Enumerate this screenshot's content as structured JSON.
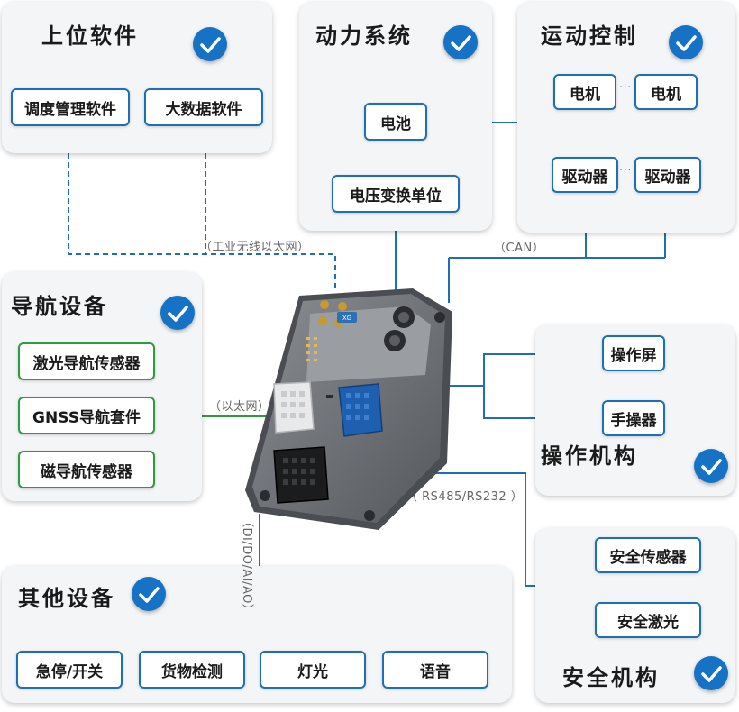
{
  "panels": {
    "upper_software": {
      "title": "上位软件",
      "nodes": [
        "调度管理软件",
        "大数据软件"
      ]
    },
    "power_system": {
      "title": "动力系统",
      "nodes": [
        "电池",
        "电压变换单位"
      ]
    },
    "motion_control": {
      "title": "运动控制",
      "motors": [
        "电机",
        "电机"
      ],
      "drivers": [
        "驱动器",
        "驱动器"
      ],
      "ellipsis": "···"
    },
    "navigation": {
      "title": "导航设备",
      "nodes": [
        "激光导航传感器",
        "GNSS导航套件",
        "磁导航传感器"
      ]
    },
    "operation": {
      "title": "操作机构",
      "nodes": [
        "操作屏",
        "手操器"
      ]
    },
    "safety": {
      "title": "安全机构",
      "nodes": [
        "安全传感器",
        "安全激光"
      ]
    },
    "other": {
      "title": "其他设备",
      "nodes": [
        "急停/开关",
        "货物检测",
        "灯光",
        "语音"
      ]
    }
  },
  "connections": {
    "industrial_wireless": "（工业无线以太网）",
    "can": "（CAN）",
    "ethernet": "（以太网）",
    "rs485": "（ RS485/RS232 ）",
    "dio": "（DI/DO/AI/AO）"
  },
  "controller_text": {
    "brand": "XG"
  },
  "colors": {
    "line_blue": "#1e6fb3",
    "line_green": "#2f9b3f",
    "check_blue": "#1672c4"
  }
}
